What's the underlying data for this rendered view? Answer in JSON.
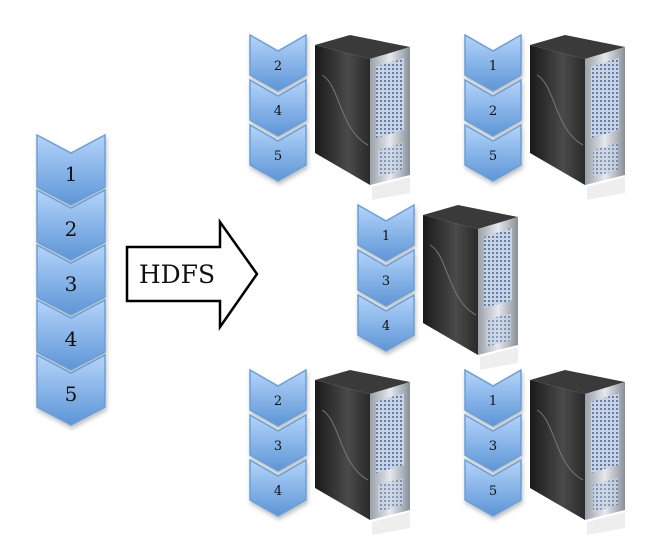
{
  "source_blocks": [
    "1",
    "2",
    "3",
    "4",
    "5"
  ],
  "arrow_label": "HDFS",
  "nodes": [
    {
      "blocks": [
        "2",
        "4",
        "5"
      ]
    },
    {
      "blocks": [
        "1",
        "2",
        "5"
      ]
    },
    {
      "blocks": [
        "1",
        "3",
        "4"
      ]
    },
    {
      "blocks": [
        "2",
        "3",
        "4"
      ]
    },
    {
      "blocks": [
        "1",
        "3",
        "5"
      ]
    }
  ],
  "colors": {
    "chevron_light": "#a9cdf7",
    "chevron_dark": "#5b93d3",
    "chevron_stroke": "#6a9fd6"
  }
}
